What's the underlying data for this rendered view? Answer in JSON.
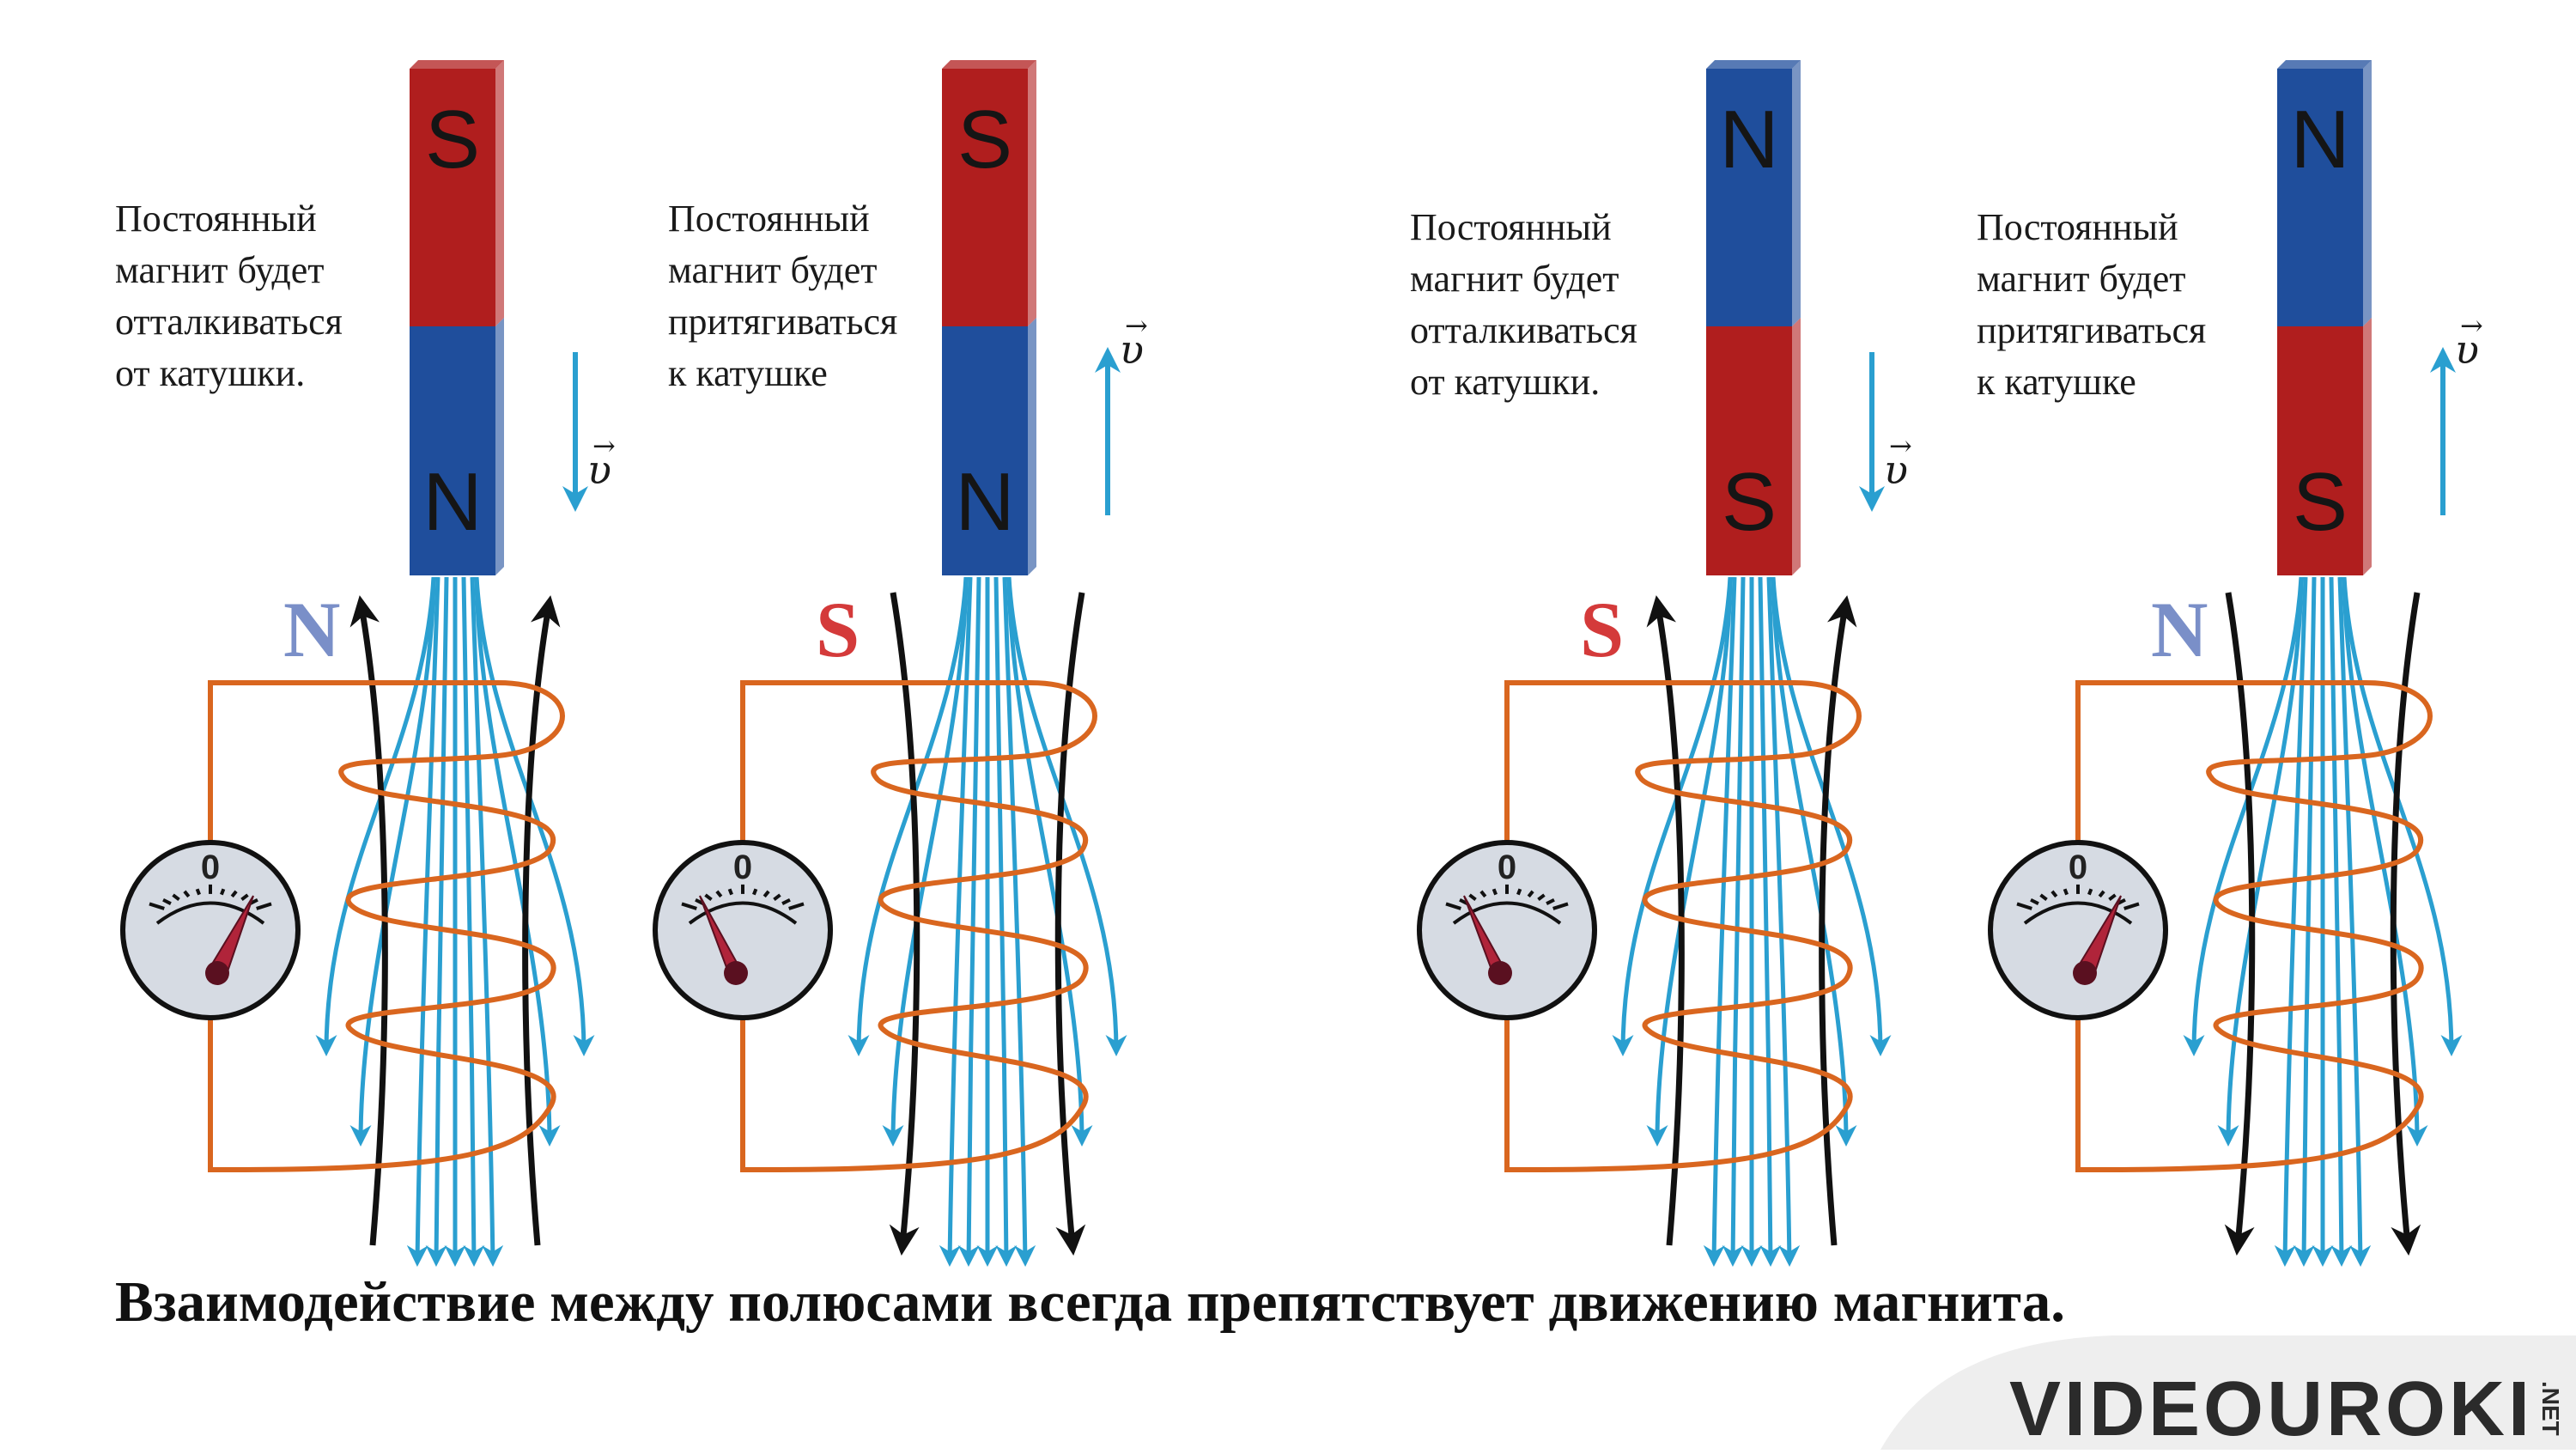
{
  "panels": [
    {
      "annotation": "Постоянный\nмагнит будет\nотталкиваться\nот катушки.",
      "magnet_top_pole": "S",
      "magnet_bottom_pole": "N",
      "motion": "down",
      "velocity_label": "υ",
      "coil_pole": "N",
      "coil_pole_color": "#7a8fc8",
      "ammeter_zero": "0",
      "needle": "right",
      "field_lines": "diverging"
    },
    {
      "annotation": "Постоянный\nмагнит будет\nпритягиваться\nк катушке",
      "magnet_top_pole": "S",
      "magnet_bottom_pole": "N",
      "motion": "up",
      "velocity_label": "υ",
      "coil_pole": "S",
      "coil_pole_color": "#d43a3a",
      "ammeter_zero": "0",
      "needle": "left",
      "field_lines": "converging"
    },
    {
      "annotation": "Постоянный\nмагнит будет\nотталкиваться\nот катушки.",
      "magnet_top_pole": "N",
      "magnet_bottom_pole": "S",
      "motion": "down",
      "velocity_label": "υ",
      "coil_pole": "S",
      "coil_pole_color": "#d43a3a",
      "ammeter_zero": "0",
      "needle": "left",
      "field_lines": "diverging"
    },
    {
      "annotation": "Постоянный\nмагнит будет\nпритягиваться\nк катушке",
      "magnet_top_pole": "N",
      "magnet_bottom_pole": "S",
      "motion": "up",
      "velocity_label": "υ",
      "coil_pole": "N",
      "coil_pole_color": "#7a8fc8",
      "ammeter_zero": "0",
      "needle": "right",
      "field_lines": "converging"
    }
  ],
  "caption": "Взаимодействие между полюсами всегда препятствует движению магнита.",
  "logo": {
    "main": "VIDEOUROKI",
    "suffix": ".NET"
  },
  "colors": {
    "north_pole": "#1f4e9c",
    "south_pole": "#b01e1e",
    "coil_wire": "#d9661f",
    "magnetic_field": "#2a9fd0",
    "field_lines_black": "#111111",
    "velocity_arrow": "#2a9fd0",
    "ammeter_face": "#d6dbe3",
    "needle": "#b0243a"
  }
}
